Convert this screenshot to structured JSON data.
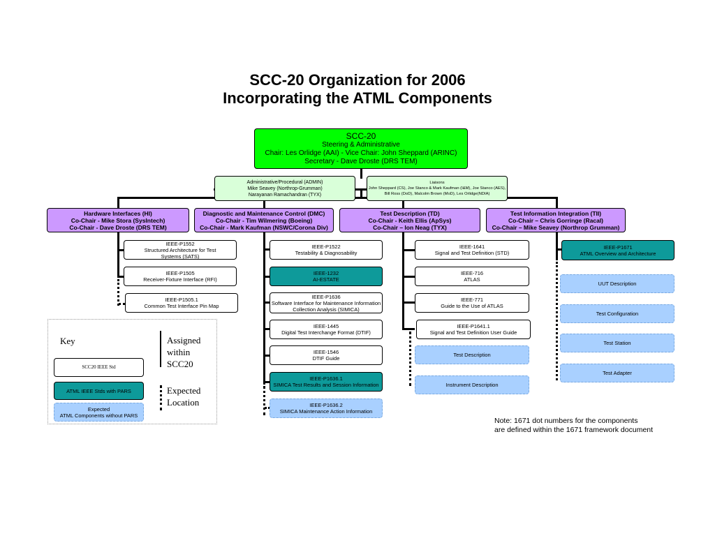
{
  "title": {
    "line1": "SCC-20 Organization for 2006",
    "line2": "Incorporating the ATML Components"
  },
  "colors": {
    "steering": "#00ff00",
    "admin": "#d9ffd9",
    "subcommittee": "#cc99ff",
    "pars": "#0e9a9a",
    "atml": "#a9d0ff"
  },
  "steering": {
    "l1": "SCC-20",
    "l2": "Steering & Administrative",
    "l3": "Chair: Les Orlidge (AAI) - Vice Chair: John Sheppard (ARINC)",
    "l4": "Secretary - Dave Droste (DRS TEM)"
  },
  "admin": {
    "l1": "Administrative/Procedural (ADMIN)",
    "l2": "Mike Seavey (Northrop-Grumman)",
    "l3": "Narayanan Ramachandran (TYX)"
  },
  "liaisons": {
    "l1": "Liaisons",
    "l2": "John Sheppard (CS), Joe Stanco & Mark Kaufman (I&M), Joe Stanco (AES),",
    "l3": "Bill Ross (DoD), Malcolm Brown (MoD), Les Orlidge(NDIA)"
  },
  "subcommittees": [
    {
      "l1": "Hardware Interfaces (HI)",
      "l2": "Co-Chair - Mike Stora (SysIntech)",
      "l3": "Co-Chair - Dave Droste (DRS TEM)"
    },
    {
      "l1": "Diagnostic and Maintenance Control (DMC)",
      "l2": "Co-Chair - Tim Wilmering (Boeing)",
      "l3": "Co-Chair - Mark Kaufman (NSWC/Corona Div)"
    },
    {
      "l1": "Test Description (TD)",
      "l2": "Co-Chair - Keith Ellis (ApSys)",
      "l3": "Co-Chair – Ion Neag (TYX)"
    },
    {
      "l1": "Test Information Integration (TII)",
      "l2": "Co-Chair – Chris Gorringe (Racal)",
      "l3": "Co-Chair – Mike Seavey (Northrop Grumman)"
    }
  ],
  "hi": [
    {
      "l1": "IEEE-P1552",
      "l2": "Structured Architecture for Test",
      "l3": "Systems (SATS)"
    },
    {
      "l1": "IEEE-P1505",
      "l2": "Receiver-Fixture Interface (RFI)"
    },
    {
      "l1": "IEEE-P1505.1",
      "l2": "Common Test Interface Pin Map"
    }
  ],
  "dmc": [
    {
      "l1": "IEEE-P1522",
      "l2": "Testability & Diagnosability"
    },
    {
      "l1": "IEEE-1232",
      "l2": "AI-ESTATE"
    },
    {
      "l1": "IEEE-P1636",
      "l2": "Software Interface for Maintenance Information",
      "l3": "Collection Analysis (SIMICA)"
    },
    {
      "l1": "IEEE-1445",
      "l2": "Digital Test Interchange Format (DTIF)"
    },
    {
      "l1": "IEEE-1546",
      "l2": "DTIF Guide"
    },
    {
      "l1": "IEEE-P1636.1",
      "l2": "SIMICA Test Results and Session Information"
    },
    {
      "l1": "IEEE-P1636.2",
      "l2": "SIMICA Maintenance Action Information"
    }
  ],
  "td": [
    {
      "l1": "IEEE-1641",
      "l2": "Signal and Test Definition (STD)"
    },
    {
      "l1": "IEEE-716",
      "l2": "ATLAS"
    },
    {
      "l1": "IEEE-771",
      "l2": "Guide to the Use of ATLAS"
    },
    {
      "l1": "IEEE-P1641.1",
      "l2": "Signal and Test Definition User Guide"
    },
    {
      "l1": "Test Description"
    },
    {
      "l1": "Instrument Description"
    }
  ],
  "tii": [
    {
      "l1": "IEEE-P1671",
      "l2": "ATML Overview and Architecture"
    },
    {
      "l1": "UUT Description"
    },
    {
      "l1": "Test Configuration"
    },
    {
      "l1": "Test Station"
    },
    {
      "l1": "Test Adapter"
    }
  ],
  "key": {
    "title": "Key",
    "std": "SCC20 IEEE Std",
    "pars": "ATML IEEE Stds with PARS",
    "expected_l1": "Expected",
    "expected_l2": "ATML Components without PARS",
    "assigned_l1": "Assigned",
    "assigned_l2": "within",
    "assigned_l3": "SCC20",
    "location_l1": "Expected",
    "location_l2": "Location"
  },
  "note": {
    "l1": "Note: 1671 dot numbers for the components",
    "l2": "are defined within the 1671 framework document"
  }
}
